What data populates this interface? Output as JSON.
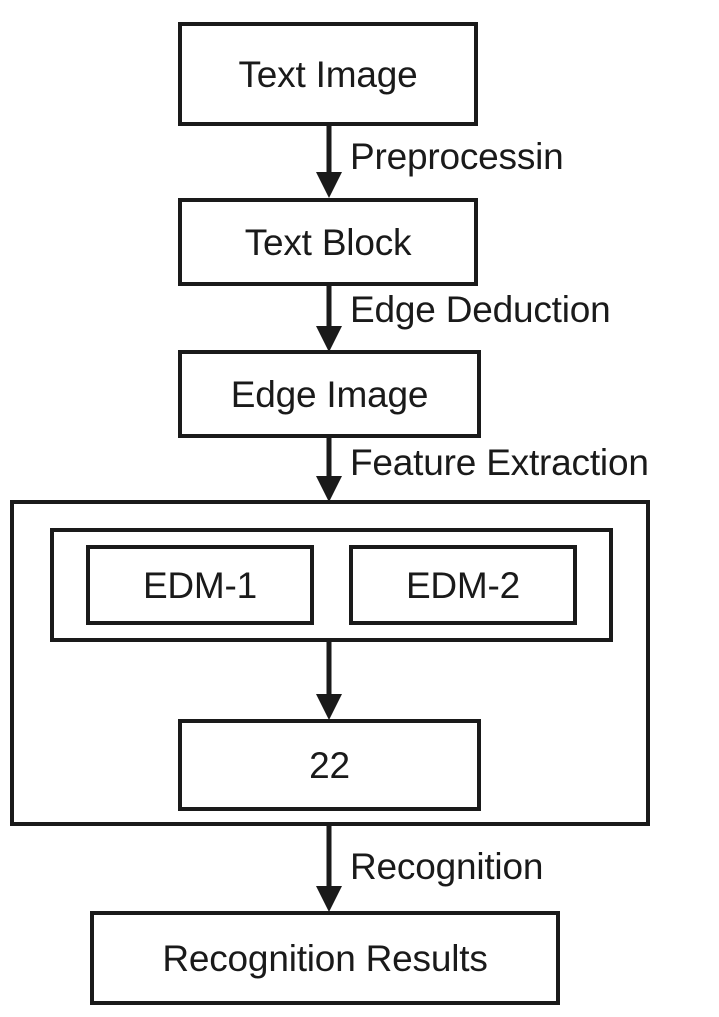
{
  "diagram": {
    "title": "Text recognition pipeline flowchart",
    "background_color": "#ffffff",
    "line_color": "#1a1a1a",
    "text_color": "#1a1a1a",
    "nodes": [
      {
        "id": "text-image",
        "label": "Text Image"
      },
      {
        "id": "text-block",
        "label": "Text Block"
      },
      {
        "id": "edge-image",
        "label": "Edge Image"
      },
      {
        "id": "edm-1",
        "label": "EDM-1"
      },
      {
        "id": "edm-2",
        "label": "EDM-2"
      },
      {
        "id": "fusion",
        "label": "22"
      },
      {
        "id": "recognition-results",
        "label": "Recognition Results"
      }
    ],
    "edge_labels": [
      {
        "id": "preprocessing",
        "label": "Preprocessin"
      },
      {
        "id": "edge-deduction",
        "label": "Edge Deduction"
      },
      {
        "id": "feature-extraction",
        "label": "Feature Extraction"
      },
      {
        "id": "recognition",
        "label": "Recognition"
      }
    ]
  }
}
